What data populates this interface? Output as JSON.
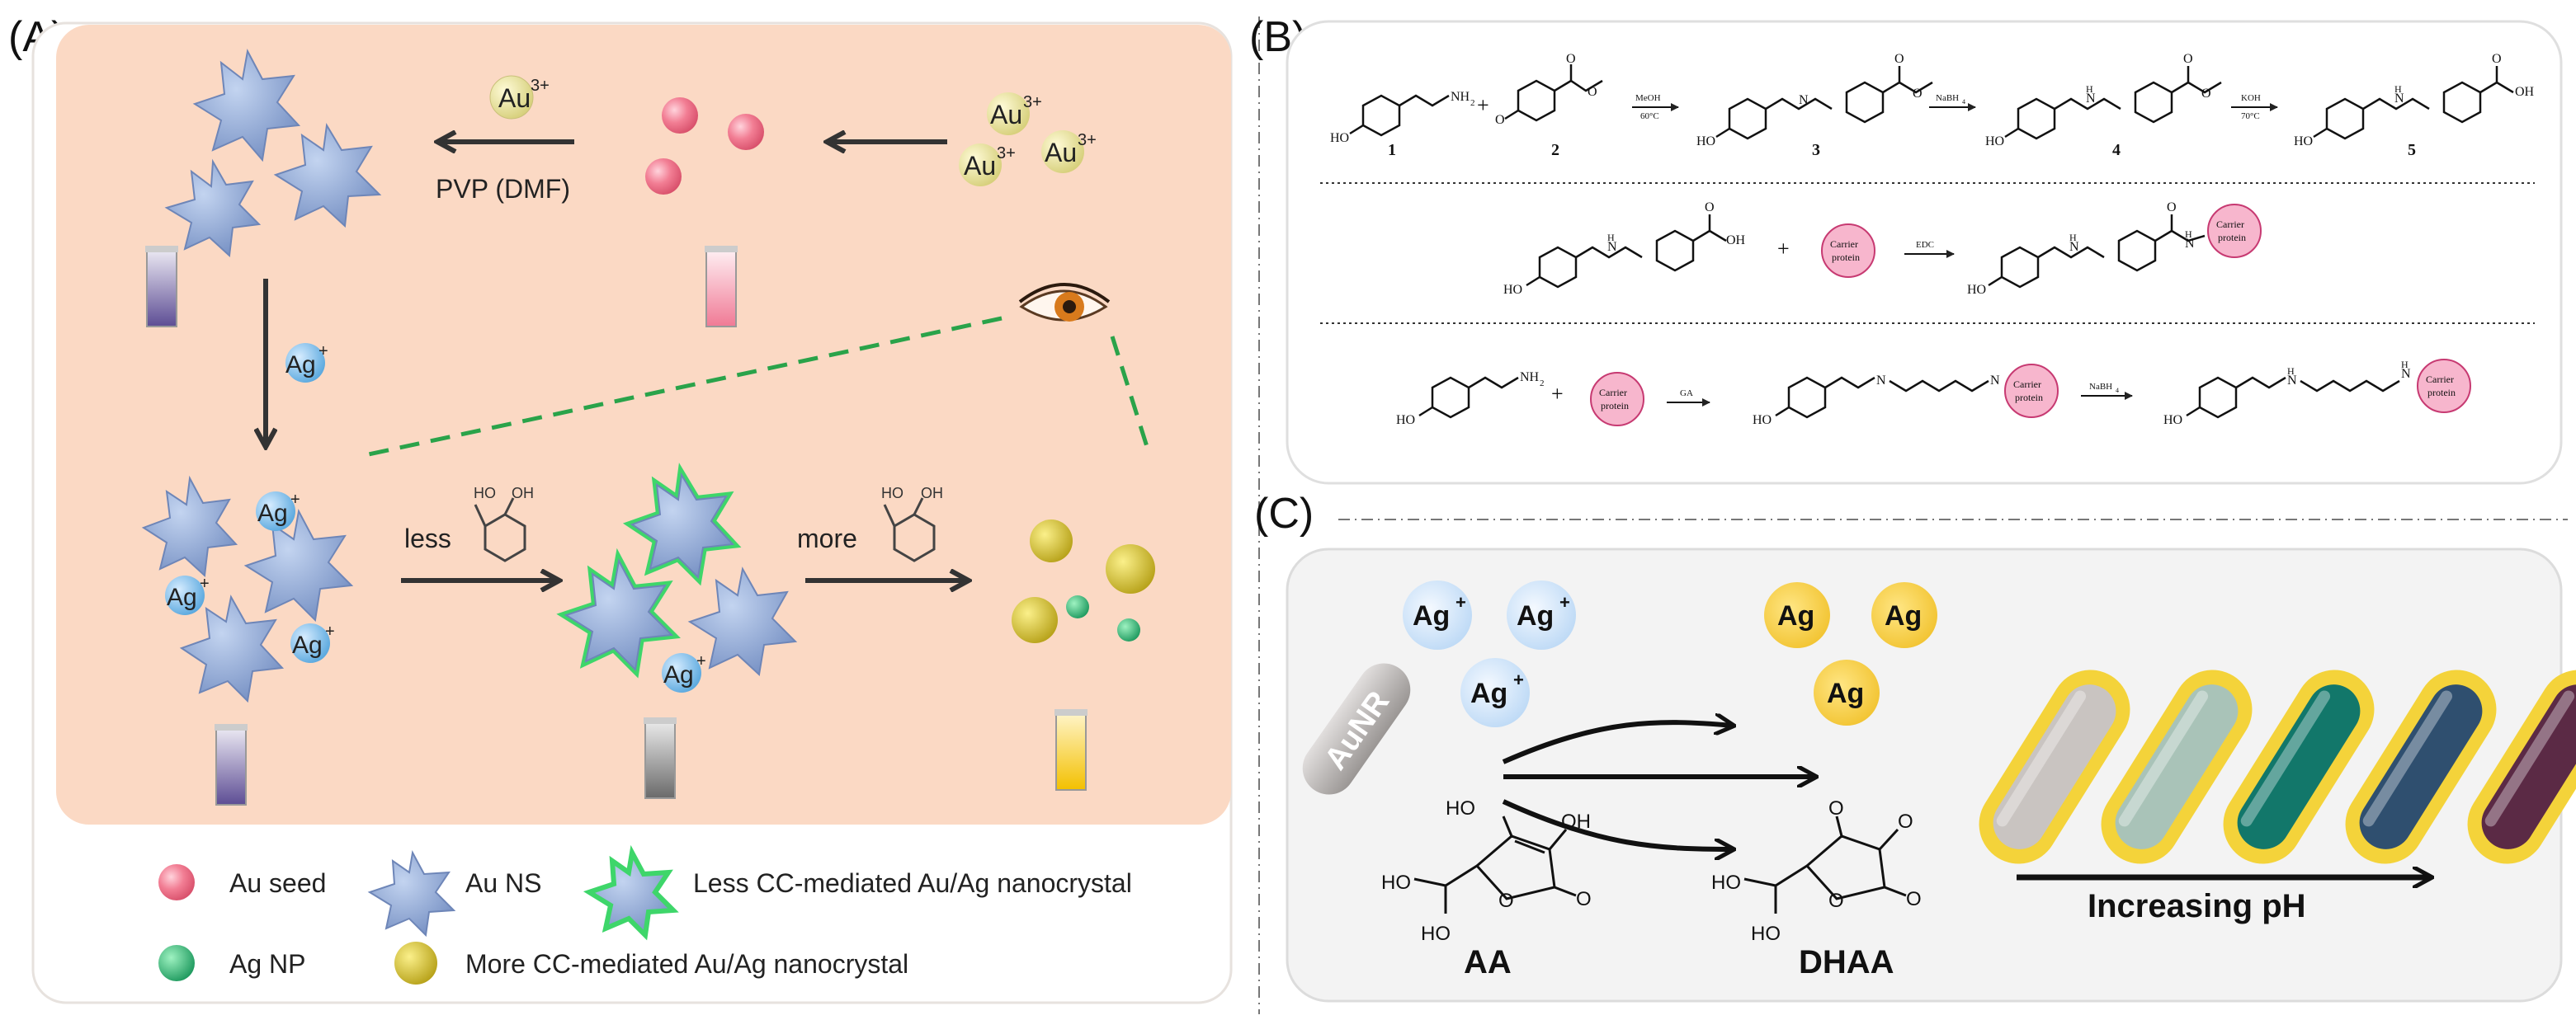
{
  "panelA": {
    "label": "(A)",
    "ions": {
      "au3": "Au",
      "au3_sup": "3+",
      "ag": "Ag",
      "ag_sup": "+"
    },
    "reaction": {
      "pvp": "PVP (DMF)",
      "less": "less",
      "more": "more"
    },
    "catechol": {
      "oh": "HO",
      "oh2": "OH"
    },
    "legend": {
      "au_seed": "Au seed",
      "au_ns": "Au NS",
      "less_cc": "Less CC-mediated Au/Ag nanocrystal",
      "ag_np": "Ag NP",
      "more_cc": "More CC-mediated Au/Ag nanocrystal"
    },
    "colors": {
      "panel_bg": "#fbd9c4",
      "seed": "#ef6f86",
      "star": "#8fa9d6",
      "green_glow": "#3ed66a",
      "ag_np": "#2db878",
      "yellow": "#d7c52a",
      "dash": "#2aa34a"
    }
  },
  "panelB": {
    "label": "(B)",
    "compounds": {
      "c1": "1",
      "c2": "2",
      "c3": "3",
      "c4": "4",
      "c5": "5"
    },
    "reagents": {
      "meoh": "MeOH",
      "meoh_t": "60°C",
      "nabh4": "NaBH",
      "nabh4_sub": "4",
      "koh": "KOH",
      "koh_t": "70°C",
      "edc": "EDC",
      "ga": "GA"
    },
    "carrier": {
      "line1": "Carrier",
      "line2": "protein"
    },
    "atoms": {
      "ho": "HO",
      "oh": "OH",
      "nh2": "NH",
      "nh2_sub": "2",
      "n": "N",
      "h": "H",
      "o": "O"
    },
    "plus": "+"
  },
  "panelC": {
    "label": "(C)",
    "ag_ion": "Ag",
    "ag_sup": "+",
    "ag": "Ag",
    "aunr": "AuNR",
    "aa": "AA",
    "dhaa": "DHAA",
    "ho": "HO",
    "oh": "OH",
    "o": "O",
    "increasing_ph": "Increasing pH",
    "rod_colors": [
      "#c9c4c1",
      "#a9c3b8",
      "#12776a",
      "#2f4f6f",
      "#5b2a45"
    ]
  }
}
